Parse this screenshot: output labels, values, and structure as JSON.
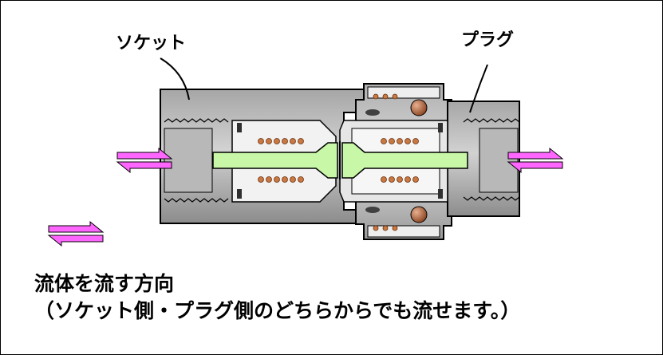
{
  "labels": {
    "socket": "ソケット",
    "plug": "プラグ"
  },
  "caption": {
    "line1": "流体を流す方向",
    "line2": "（ソケット側・プラグ側のどちらからでも流せます。）"
  },
  "colors": {
    "body_gray": "#9a9a9a",
    "body_highlight": "#d0d0d0",
    "cavity_white": "#f4f4f4",
    "valve_stem": "#c8f7a8",
    "spring_copper": "#c87840",
    "ball_copper": "#a0522d",
    "seal_dark": "#404040",
    "flow_arrow": "#ff66ff"
  },
  "icons": {
    "flow_arrow": "bidirectional-arrow-icon"
  }
}
